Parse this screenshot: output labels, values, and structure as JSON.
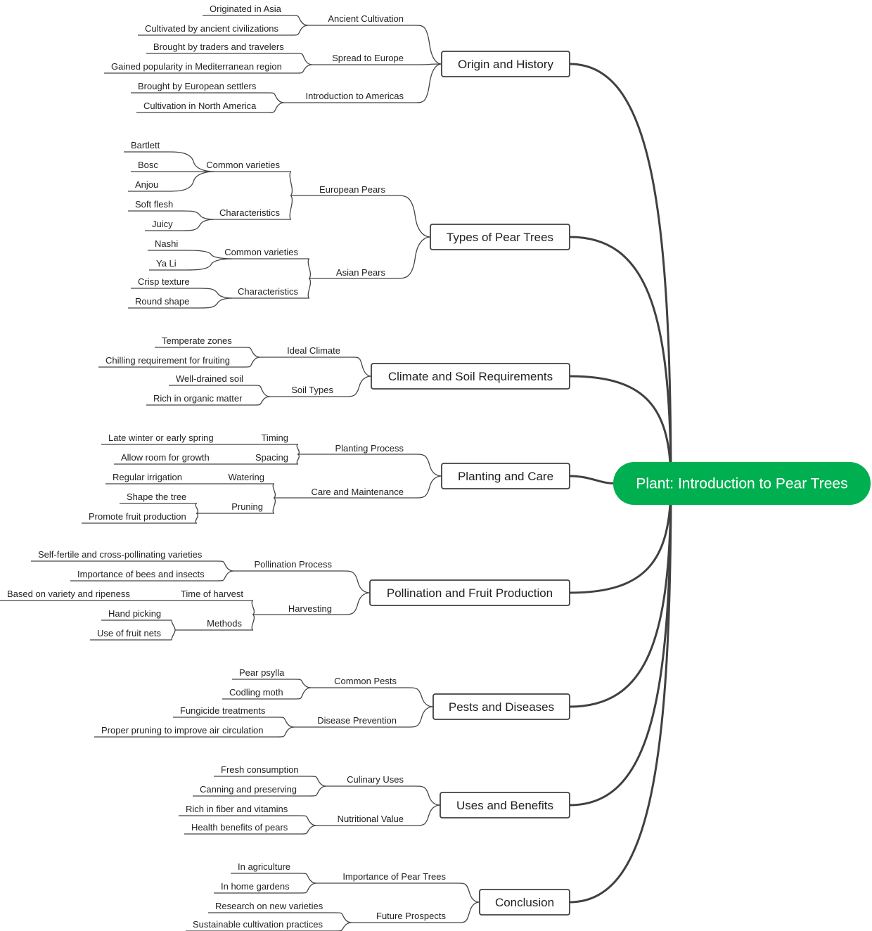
{
  "root": {
    "label": "Plant: Introduction to Pear Trees",
    "fill_color": "#00b050",
    "text_color": "#ffffff"
  },
  "colors": {
    "line": "#404040",
    "text": "#222222",
    "background": "#ffffff"
  },
  "branches": [
    {
      "label": "Origin and History",
      "children": [
        {
          "label": "Ancient Cultivation",
          "children": [
            {
              "label": "Originated in Asia"
            },
            {
              "label": "Cultivated by ancient civilizations"
            }
          ]
        },
        {
          "label": "Spread to Europe",
          "children": [
            {
              "label": "Brought by traders and travelers"
            },
            {
              "label": "Gained popularity in Mediterranean region"
            }
          ]
        },
        {
          "label": "Introduction to Americas",
          "children": [
            {
              "label": "Brought by European settlers"
            },
            {
              "label": "Cultivation in North America"
            }
          ]
        }
      ]
    },
    {
      "label": "Types of Pear Trees",
      "children": [
        {
          "label": "European Pears",
          "children": [
            {
              "label": "Common varieties",
              "children": [
                {
                  "label": "Bartlett"
                },
                {
                  "label": "Bosc"
                },
                {
                  "label": "Anjou"
                }
              ]
            },
            {
              "label": "Characteristics",
              "children": [
                {
                  "label": "Soft flesh"
                },
                {
                  "label": "Juicy"
                }
              ]
            }
          ]
        },
        {
          "label": "Asian Pears",
          "children": [
            {
              "label": "Common varieties",
              "children": [
                {
                  "label": "Nashi"
                },
                {
                  "label": "Ya Li"
                }
              ]
            },
            {
              "label": "Characteristics",
              "children": [
                {
                  "label": "Crisp texture"
                },
                {
                  "label": "Round shape"
                }
              ]
            }
          ]
        }
      ]
    },
    {
      "label": "Climate and Soil Requirements",
      "children": [
        {
          "label": "Ideal Climate",
          "children": [
            {
              "label": "Temperate zones"
            },
            {
              "label": "Chilling requirement for fruiting"
            }
          ]
        },
        {
          "label": "Soil Types",
          "children": [
            {
              "label": "Well-drained soil"
            },
            {
              "label": "Rich in organic matter"
            }
          ]
        }
      ]
    },
    {
      "label": "Planting and Care",
      "children": [
        {
          "label": "Planting Process",
          "children": [
            {
              "label": "Timing",
              "children": [
                {
                  "label": "Late winter or early spring"
                }
              ]
            },
            {
              "label": "Spacing",
              "children": [
                {
                  "label": "Allow room for growth"
                }
              ]
            }
          ]
        },
        {
          "label": "Care and Maintenance",
          "children": [
            {
              "label": "Watering",
              "children": [
                {
                  "label": "Regular irrigation"
                }
              ]
            },
            {
              "label": "Pruning",
              "children": [
                {
                  "label": "Shape the tree"
                },
                {
                  "label": "Promote fruit production"
                }
              ]
            }
          ]
        }
      ]
    },
    {
      "label": "Pollination and Fruit Production",
      "children": [
        {
          "label": "Pollination Process",
          "children": [
            {
              "label": "Self-fertile and cross-pollinating varieties"
            },
            {
              "label": "Importance of bees and insects"
            }
          ]
        },
        {
          "label": "Harvesting",
          "children": [
            {
              "label": "Time of harvest",
              "children": [
                {
                  "label": "Based on variety and ripeness"
                }
              ]
            },
            {
              "label": "Methods",
              "children": [
                {
                  "label": "Hand picking"
                },
                {
                  "label": "Use of fruit nets"
                }
              ]
            }
          ]
        }
      ]
    },
    {
      "label": "Pests and Diseases",
      "children": [
        {
          "label": "Common Pests",
          "children": [
            {
              "label": "Pear psylla"
            },
            {
              "label": "Codling moth"
            }
          ]
        },
        {
          "label": "Disease Prevention",
          "children": [
            {
              "label": "Fungicide treatments"
            },
            {
              "label": "Proper pruning to improve air circulation"
            }
          ]
        }
      ]
    },
    {
      "label": "Uses and Benefits",
      "children": [
        {
          "label": "Culinary Uses",
          "children": [
            {
              "label": "Fresh consumption"
            },
            {
              "label": "Canning and preserving"
            }
          ]
        },
        {
          "label": "Nutritional Value",
          "children": [
            {
              "label": "Rich in fiber and vitamins"
            },
            {
              "label": "Health benefits of pears"
            }
          ]
        }
      ]
    },
    {
      "label": "Conclusion",
      "children": [
        {
          "label": "Importance of Pear Trees",
          "children": [
            {
              "label": "In agriculture"
            },
            {
              "label": "In home gardens"
            }
          ]
        },
        {
          "label": "Future Prospects",
          "children": [
            {
              "label": "Research on new varieties"
            },
            {
              "label": "Sustainable cultivation practices"
            }
          ]
        }
      ]
    }
  ]
}
